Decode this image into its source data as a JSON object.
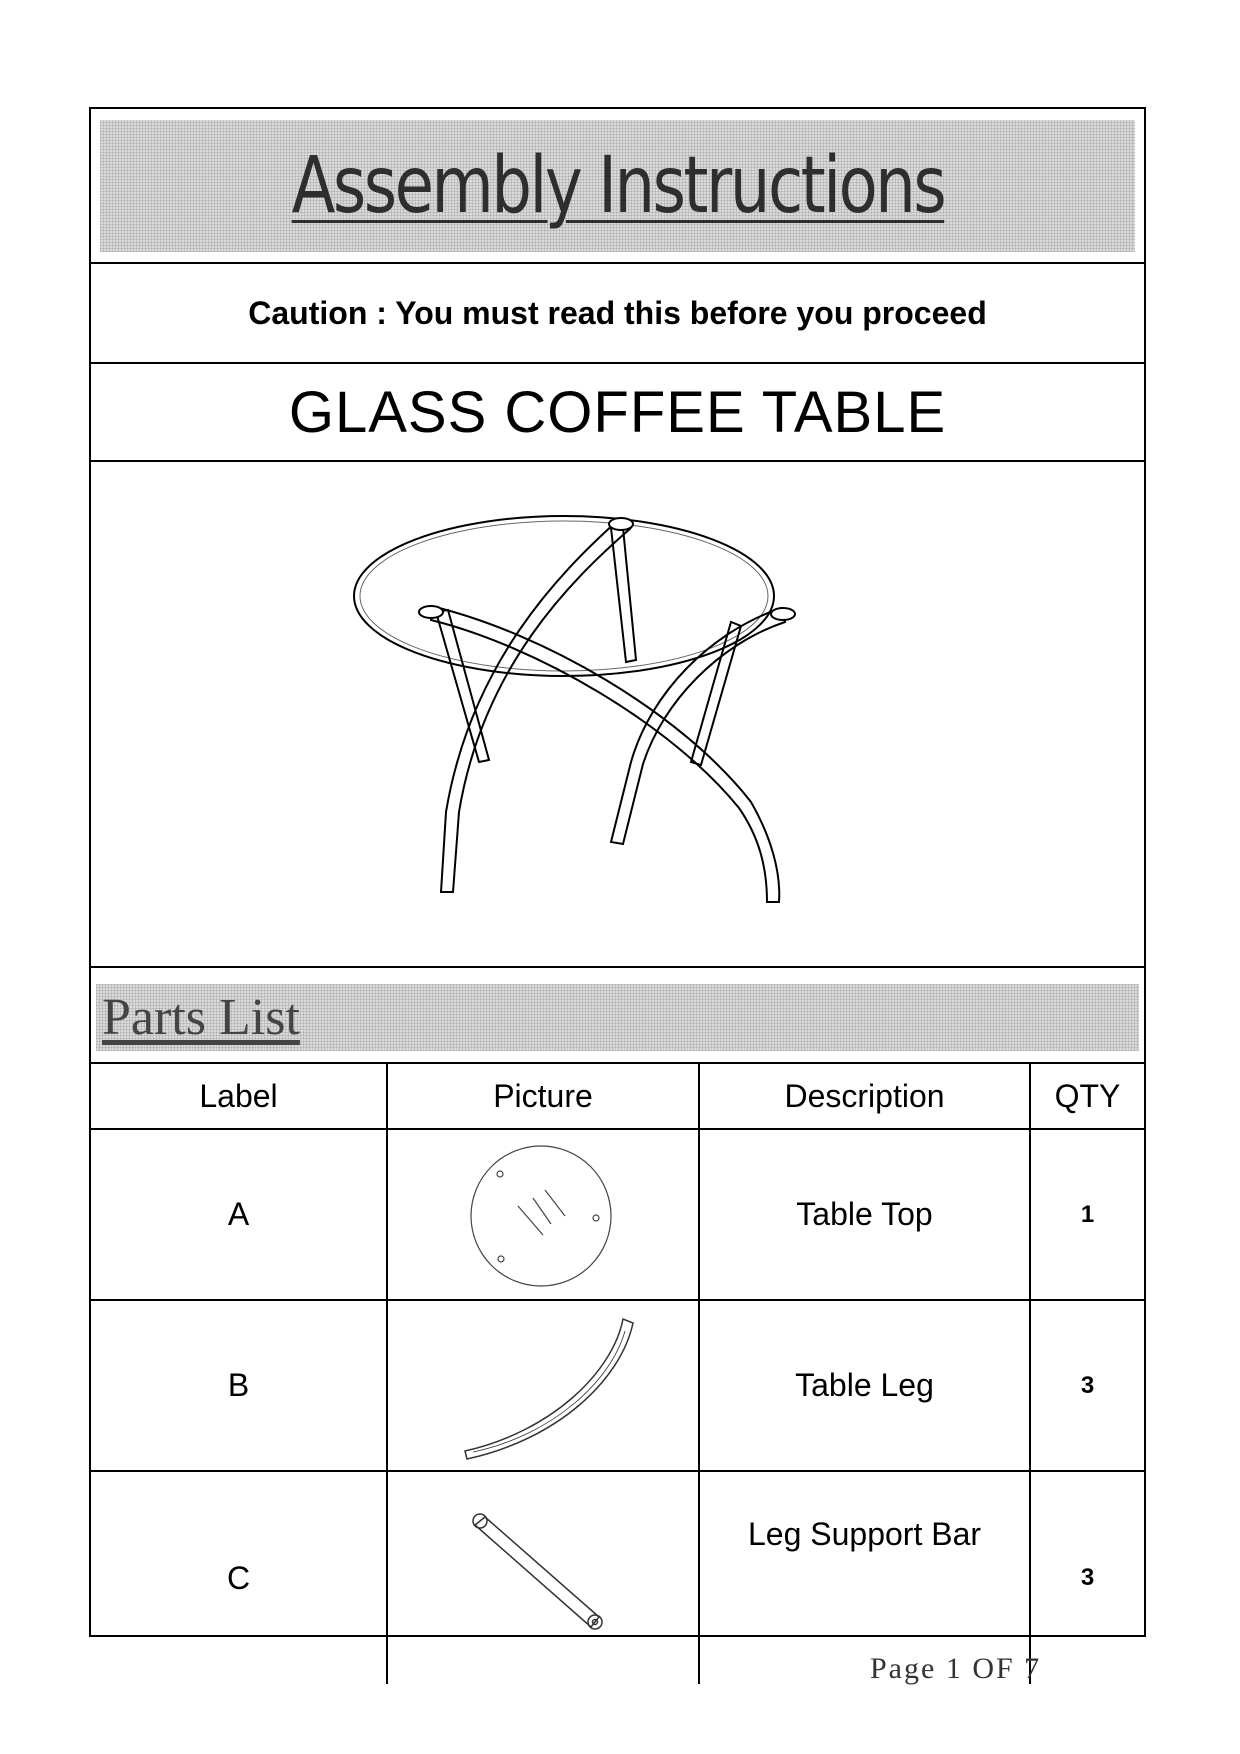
{
  "header": {
    "title": "Assembly Instructions"
  },
  "caution": "Caution : You must read this before you proceed",
  "product_name": "GLASS COFFEE TABLE",
  "parts": {
    "heading": "Parts List",
    "columns": [
      "Label",
      "Picture",
      "Description",
      "QTY"
    ],
    "rows": [
      {
        "label": "A",
        "description": "Table Top",
        "qty": "1"
      },
      {
        "label": "B",
        "description": "Table Leg",
        "qty": "3"
      },
      {
        "label": "C",
        "description": "Leg Support Bar",
        "qty": "3"
      }
    ]
  },
  "footer": {
    "page": "Page 1 OF 7"
  }
}
